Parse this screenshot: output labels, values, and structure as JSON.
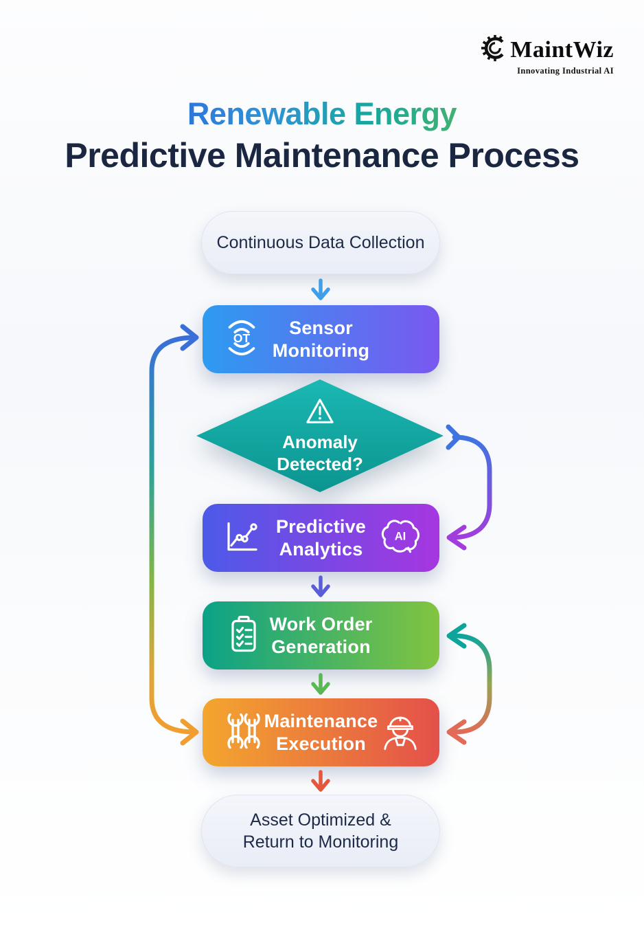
{
  "logo": {
    "gear_icon": "gear-icon",
    "name": "MaintWiz",
    "tagline": "Innovating Industrial AI"
  },
  "title": {
    "line1": "Renewable Energy",
    "line2": "Predictive Maintenance Process"
  },
  "flow": {
    "start_label": "Continuous Data Collection",
    "sensor": {
      "label": "Sensor Monitoring",
      "icon": "iot-sensor-icon",
      "icon_text": "OT"
    },
    "decision": {
      "label": "Anomaly Detected?",
      "icon": "warning-icon"
    },
    "analytics": {
      "label": "Predictive Analytics",
      "icon_left": "chart-trend-icon",
      "icon_right": "ai-brain-icon",
      "icon_text": "AI"
    },
    "workorder": {
      "label": "Work Order Generation",
      "icon": "clipboard-checklist-icon"
    },
    "execution": {
      "label": "Maintenance Execution",
      "icon_left": "wrenches-icon",
      "icon_right": "technician-icon"
    },
    "end_line1": "Asset Optimized &",
    "end_line2": "Return to Monitoring"
  },
  "palette": {
    "title_gradient": [
      "#2e5fe0",
      "#16a89c",
      "#67b94e"
    ],
    "title_dark": "#1b2740",
    "pill_bg": "#eef1f8",
    "pill_text": "#1d2a46",
    "sensor_gradient": [
      "#2d9bf0",
      "#7a58f0"
    ],
    "decision_gradient": [
      "#1bb8b3",
      "#0c948f"
    ],
    "analytics_gradient": [
      "#4c5ae8",
      "#a636e0"
    ],
    "workorder_gradient": [
      "#0ba287",
      "#83c440"
    ],
    "execution_gradient": [
      "#f3a62e",
      "#e4504a"
    ],
    "arrow_blue": "#3f9fe8",
    "arrow_indigo": "#5a5fd8",
    "arrow_green": "#5bb854",
    "arrow_red": "#e4573d",
    "loop_left": [
      "#3a6fd9",
      "#2aa29a",
      "#84b645",
      "#f09e2f"
    ],
    "loop_decision": [
      "#3f74e0",
      "#a13ddd"
    ],
    "loop_execution": [
      "#0da49c",
      "#e26b57"
    ]
  }
}
